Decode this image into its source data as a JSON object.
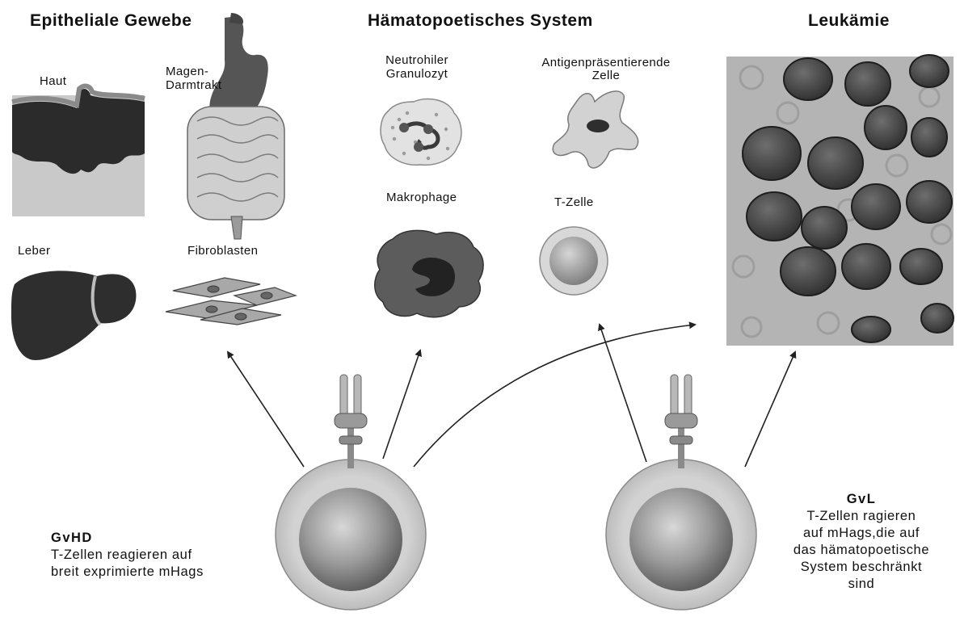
{
  "headings": {
    "epithelial": "Epitheliale Gewebe",
    "hematopoietic": "Hämatopoetisches System",
    "leukemia": "Leukämie"
  },
  "labels": {
    "haut": "Haut",
    "magen_1": "Magen-",
    "magen_2": "Darmtrakt",
    "leber": "Leber",
    "fibroblasten": "Fibroblasten",
    "neutro_1": "Neutrohiler",
    "neutro_2": "Granulozyt",
    "apc_1": "Antigenpräsentierende",
    "apc_2": "Zelle",
    "makrophage": "Makrophage",
    "tzelle": "T-Zelle"
  },
  "gvhd": {
    "title": "GvHD",
    "lines": [
      "T-Zellen reagieren auf",
      "breit exprimierte mHags"
    ]
  },
  "gvl": {
    "title": "GvL",
    "lines": [
      "T-Zellen ragieren",
      "auf mHags,die auf",
      "das hämatopoetische",
      "System beschränkt",
      "sind"
    ]
  }
}
